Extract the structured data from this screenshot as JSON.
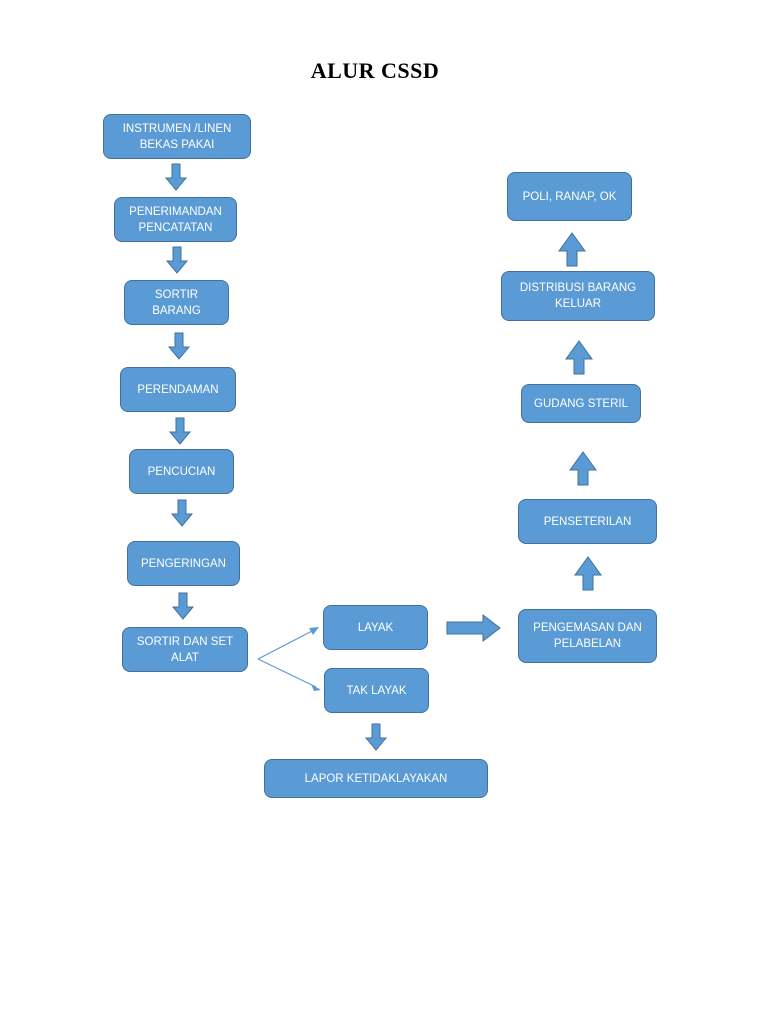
{
  "title": "ALUR CSSD",
  "colors": {
    "box_fill": "#5b9bd5",
    "box_border": "#41719c",
    "arrow_fill": "#5b9bd5",
    "connector_line": "#5b9bd5"
  },
  "nodes": {
    "instrumen": "INSTRUMEN /LINEN\nBEKAS PAKAI",
    "penerimaan": "PENERIMANDAN\nPENCATATAN",
    "sortir_barang": "SORTIR\nBARANG",
    "perendaman": "PERENDAMAN",
    "pencucian": "PENCUCIAN",
    "pengeringan": "PENGERINGAN",
    "sortir_set": "SORTIR DAN SET\nALAT",
    "layak": "LAYAK",
    "tak_layak": "TAK LAYAK",
    "lapor": "LAPOR KETIDAKLAYAKAN",
    "pengemasan": "PENGEMASAN DAN\nPELABELAN",
    "penseterilan": "PENSETERILAN",
    "gudang": "GUDANG STERIL",
    "distribusi": "DISTRIBUSI BARANG\nKELUAR",
    "poli": "POLI, RANAP, OK"
  }
}
